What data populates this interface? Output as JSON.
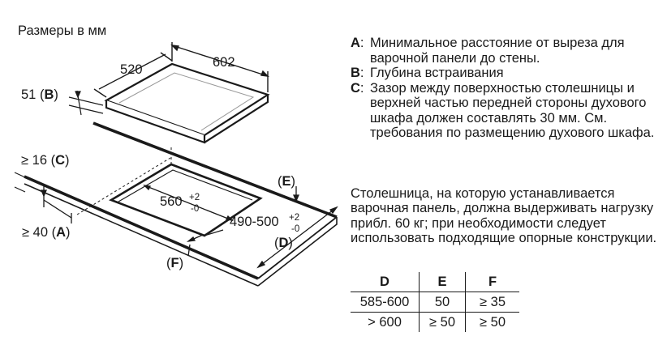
{
  "title": "Размеры в мм",
  "diagram": {
    "dim_width": "602",
    "dim_depth": "520",
    "dim_height": "51",
    "label_B": "B",
    "dim_gap_C": "≥ 16",
    "label_C": "C",
    "dim_wall_A": "≥ 40",
    "label_A": "A",
    "cutout_width": "560",
    "cutout_width_tol_plus": "+2",
    "cutout_width_tol_minus": "-0",
    "cutout_depth": "490-500",
    "cutout_depth_tol_plus": "+2",
    "cutout_depth_tol_minus": "-0",
    "label_D": "D",
    "label_E": "E",
    "label_F": "F"
  },
  "legend": [
    {
      "key": "A",
      "text": "Минимальное расстояние от выреза для варочной панели до стены."
    },
    {
      "key": "B",
      "text": "Глубина встраивания"
    },
    {
      "key": "C",
      "text": "Зазор между поверхностью столешницы и верхней частью передней стороны духового шкафа должен составлять 30 мм. См. требования по размещению духового шкафа."
    }
  ],
  "note": "Столешница, на которую устанавливается варочная панель, должна выдерживать нагрузку прибл. 60 кг; при необходимости следует использовать подходящие опорные конструкции.",
  "table": {
    "headers": [
      "D",
      "E",
      "F"
    ],
    "rows": [
      [
        "585-600",
        "50",
        "≥ 35"
      ],
      [
        "> 600",
        "≥ 50",
        "≥ 50"
      ]
    ]
  }
}
